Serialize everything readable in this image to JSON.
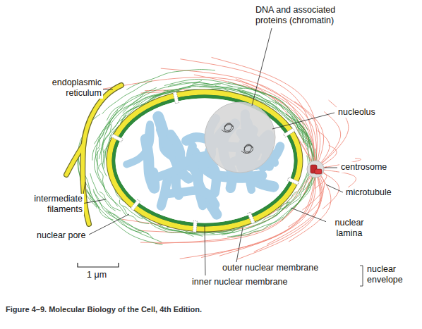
{
  "diagram": {
    "caption": "Figure 4–9. Molecular Biology of the Cell, 4th Edition.",
    "labels": [
      "DNA and associated proteins (chromatin)",
      "endoplasmic reticulum",
      "nucleolus",
      "centrosome",
      "microtubule",
      "intermediate filaments",
      "nuclear lamina",
      "nuclear pore",
      "1 μm",
      "outer nuclear membrane",
      "nuclear envelope",
      "inner nuclear membrane"
    ]
  }
}
